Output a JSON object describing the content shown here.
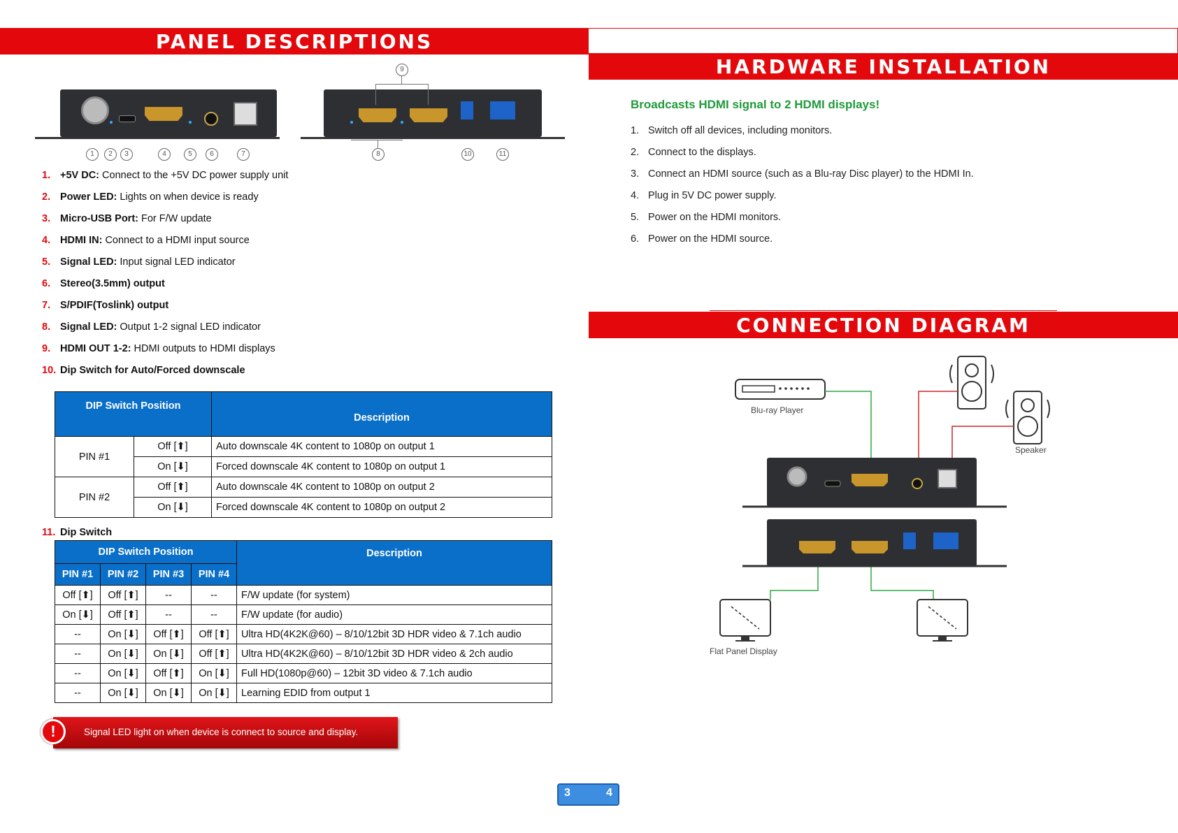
{
  "left": {
    "banner": "PANEL DESCRIPTIONS",
    "callouts": [
      "1",
      "2",
      "3",
      "4",
      "5",
      "6",
      "7",
      "8",
      "9",
      "10",
      "11"
    ],
    "items": [
      {
        "num": "1.",
        "bold": "+5V DC:",
        "text": " Connect to the +5V DC power supply unit"
      },
      {
        "num": "2.",
        "bold": "Power LED:",
        "text": " Lights on when device is ready"
      },
      {
        "num": "3.",
        "bold": "Micro-USB Port:",
        "text": " For F/W update"
      },
      {
        "num": "4.",
        "bold": "HDMI IN:",
        "text": " Connect to a HDMI input source"
      },
      {
        "num": "5.",
        "bold": "Signal LED:",
        "text": " Input signal LED indicator"
      },
      {
        "num": "6.",
        "bold": "Stereo(3.5mm) output",
        "text": ""
      },
      {
        "num": "7.",
        "bold": "S/PDIF(Toslink) output",
        "text": ""
      },
      {
        "num": "8.",
        "bold": "Signal LED:",
        "text": " Output 1-2 signal LED indicator"
      },
      {
        "num": "9.",
        "bold": "HDMI OUT 1-2:",
        "text": " HDMI outputs to HDMI displays"
      },
      {
        "num": "10.",
        "bold": "Dip Switch for Auto/Forced downscale",
        "text": ""
      }
    ],
    "table1": {
      "h1": "DIP Switch Position",
      "h2": "Description",
      "rows": [
        {
          "pin": "PIN #1",
          "state": "Off [⬆]",
          "desc": "Auto downscale 4K content to 1080p on output 1"
        },
        {
          "pin": "",
          "state": "On [⬇]",
          "desc": "Forced downscale 4K content to 1080p on output 1"
        },
        {
          "pin": "PIN #2",
          "state": "Off [⬆]",
          "desc": "Auto downscale 4K content to 1080p on output 2"
        },
        {
          "pin": "",
          "state": "On [⬇]",
          "desc": "Forced downscale 4K content to 1080p on output 2"
        }
      ]
    },
    "item11": {
      "num": "11.",
      "bold": "Dip Switch"
    },
    "table2": {
      "h1": "DIP Switch Position",
      "h2": "Description",
      "pins": [
        "PIN #1",
        "PIN #2",
        "PIN #3",
        "PIN #4"
      ],
      "rows": [
        [
          "Off [⬆]",
          "Off [⬆]",
          "--",
          "--",
          "F/W update (for system)"
        ],
        [
          "On [⬇]",
          "Off [⬆]",
          "--",
          "--",
          "F/W update (for audio)"
        ],
        [
          "--",
          "On [⬇]",
          "Off [⬆]",
          "Off [⬆]",
          "Ultra HD(4K2K@60) – 8/10/12bit 3D HDR video & 7.1ch audio"
        ],
        [
          "--",
          "On [⬇]",
          "On [⬇]",
          "Off [⬆]",
          "Ultra HD(4K2K@60) – 8/10/12bit 3D HDR video & 2ch audio"
        ],
        [
          "--",
          "On [⬇]",
          "Off [⬆]",
          "On [⬇]",
          "Full HD(1080p@60) – 12bit 3D video & 7.1ch audio"
        ],
        [
          "--",
          "On [⬇]",
          "On [⬇]",
          "On [⬇]",
          "Learning EDID from output 1"
        ]
      ]
    },
    "note": "Signal LED light on when device is connect to source and display.",
    "note_icon": "!"
  },
  "right": {
    "banner1": "HARDWARE INSTALLATION",
    "subtitle": "Broadcasts HDMI signal to 2 HDMI displays!",
    "steps": [
      {
        "n": "1.",
        "t": "Switch off all devices, including monitors."
      },
      {
        "n": "2.",
        "t": "Connect to the displays."
      },
      {
        "n": "3.",
        "t": "Connect an HDMI source (such as a Blu-ray Disc player) to the HDMI In."
      },
      {
        "n": "4.",
        "t": "Plug in 5V DC power supply."
      },
      {
        "n": "5.",
        "t": "Power on the HDMI monitors."
      },
      {
        "n": "6.",
        "t": "Power on the HDMI source."
      }
    ],
    "banner2": "CONNECTION DIAGRAM",
    "diagram": {
      "bluray": "Blu-ray Player",
      "speaker": "Speaker",
      "display": "Flat Panel Display"
    }
  },
  "pages": {
    "left": "3",
    "right": "4"
  },
  "colors": {
    "accent": "#e3080c",
    "table_header": "#0a6fc8",
    "green": "#1f9a3a"
  }
}
